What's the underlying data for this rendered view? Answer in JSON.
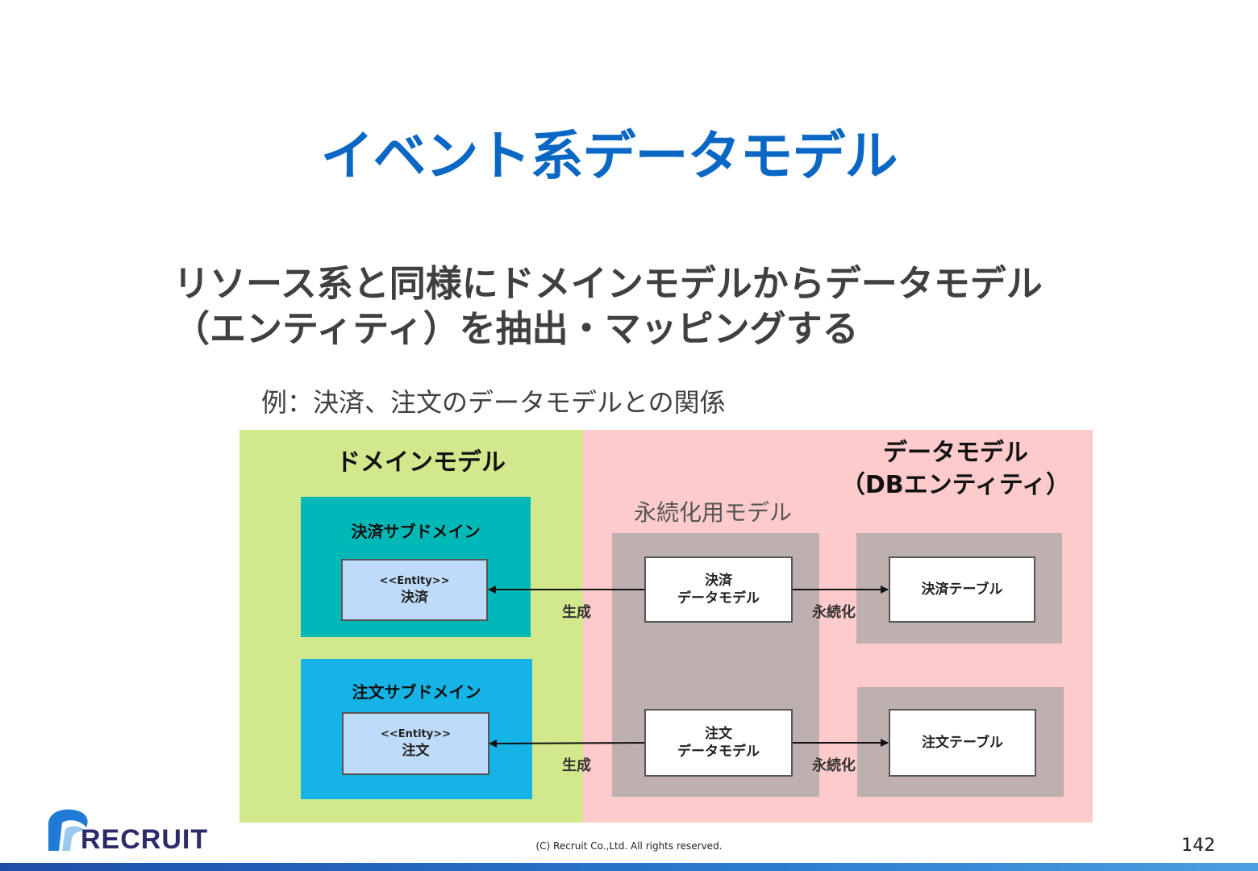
{
  "title": "イベント系データモデル",
  "lead": "リソース系と同様にドメインモデルからデータモデル（エンティティ）を抽出・マッピングする",
  "example": "例：決済、注文のデータモデルとの関係",
  "diagram": {
    "domain_panel": {
      "heading": "ドメインモデル",
      "color": "#d2e88c",
      "subdomains": [
        {
          "title": "決済サブドメイン",
          "stereotype": "<<Entity>>",
          "entity": "決済",
          "color": "#00b8b8"
        },
        {
          "title": "注文サブドメイン",
          "stereotype": "<<Entity>>",
          "entity": "注文",
          "color": "#16b4e6"
        }
      ]
    },
    "data_panel": {
      "heading_line1": "データモデル",
      "heading_line2": "（DBエンティティ）",
      "color": "#fdcbcb",
      "persistence_heading": "永続化用モデル",
      "persistence_models": [
        {
          "line1": "決済",
          "line2": "データモデル"
        },
        {
          "line1": "注文",
          "line2": "データモデル"
        }
      ],
      "tables": [
        "決済テーブル",
        "注文テーブル"
      ]
    },
    "edges": {
      "generate_label": "生成",
      "persist_label": "永続化"
    }
  },
  "footer": {
    "copyright": "(C) Recruit Co.,Ltd. All rights reserved.",
    "page": "142",
    "logo": "RECRUIT"
  }
}
